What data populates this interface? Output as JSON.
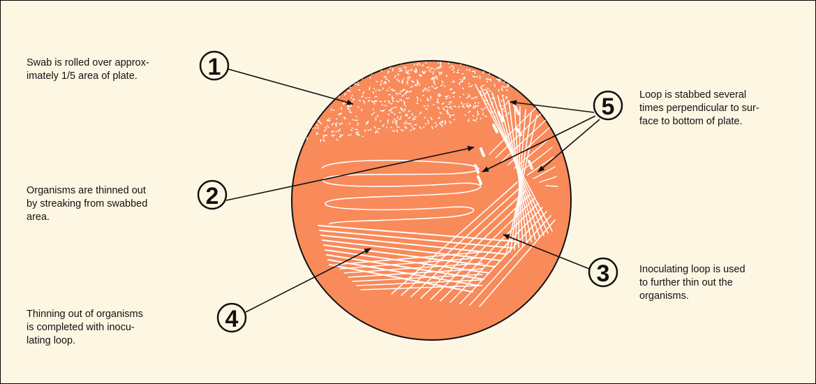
{
  "colors": {
    "background": "#fdf6e3",
    "plate_fill": "#f98a5a",
    "plate_stroke": "#111111",
    "streak": "#ffffff",
    "text": "#111111"
  },
  "steps": [
    {
      "number": "1",
      "text": "Swab is rolled over approx-\nimately 1/5 area of plate."
    },
    {
      "number": "2",
      "text": "Organisms are thinned out\nby streaking from swabbed\narea."
    },
    {
      "number": "3",
      "text": "Inoculating loop is used\nto further thin out the\norganisms."
    },
    {
      "number": "4",
      "text": "Thinning out of organisms\nis completed with inocu-\nlating loop."
    },
    {
      "number": "5",
      "text": "Loop is stabbed several\ntimes perpendicular to sur-\nface to bottom of plate."
    }
  ]
}
